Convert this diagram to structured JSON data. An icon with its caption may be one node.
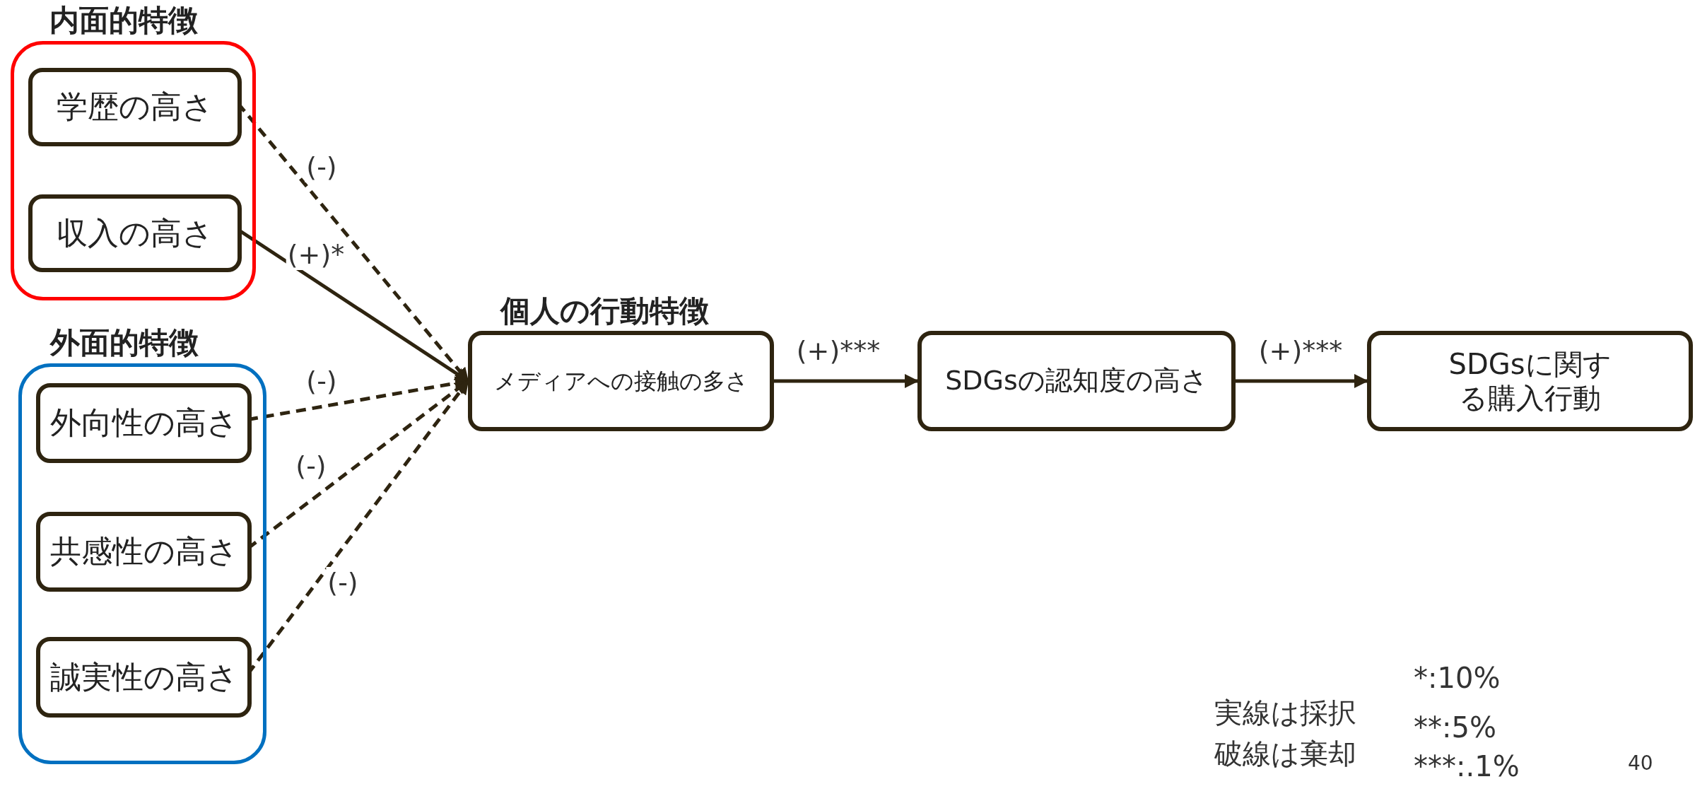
{
  "diagram": {
    "nodes": [
      {
        "text": [
          "内面的特徴"
        ]
      },
      {
        "text": [
          "学歴の高さ"
        ],
        "in": 0
      },
      {
        "text": [
          "収入の高さ"
        ],
        "in": 0
      },
      {
        "text": [
          "外面的特徴"
        ]
      },
      {
        "text": [
          "外向性の高さ"
        ],
        "in": 3
      },
      {
        "text": [
          "共感性の高さ"
        ],
        "in": 3
      },
      {
        "text": [
          "誠実性の高さ"
        ],
        "in": 3
      },
      {
        "text": [
          "個人の行動特徴",
          "メディアへの接触の多さ"
        ]
      },
      {
        "text": [
          "SDGsの認知度の高さ"
        ]
      },
      {
        "text": [
          "SDGsに関する購入行動"
        ]
      }
    ],
    "edges": [
      {
        "from": 1,
        "to": 7,
        "arrow": "to",
        "label": "(-)",
        "style": "dashed"
      },
      {
        "from": 2,
        "to": 7,
        "arrow": "to",
        "label": "(+)*"
      },
      {
        "from": 4,
        "to": 7,
        "arrow": "to",
        "label": "(-)",
        "style": "dashed"
      },
      {
        "from": 5,
        "to": 7,
        "arrow": "to",
        "label": "(-)",
        "style": "dashed"
      },
      {
        "from": 6,
        "to": 7,
        "arrow": "to",
        "label": "(-)",
        "style": "dashed"
      },
      {
        "from": 7,
        "to": 8,
        "arrow": "to",
        "label": "(+)***"
      },
      {
        "from": 8,
        "to": 9,
        "arrow": "to",
        "label": "(+)***"
      }
    ],
    "labels": [
      "*:10%",
      "実線は採択",
      "**:5%",
      "破線は棄却",
      "***:.1%",
      "40"
    ]
  }
}
